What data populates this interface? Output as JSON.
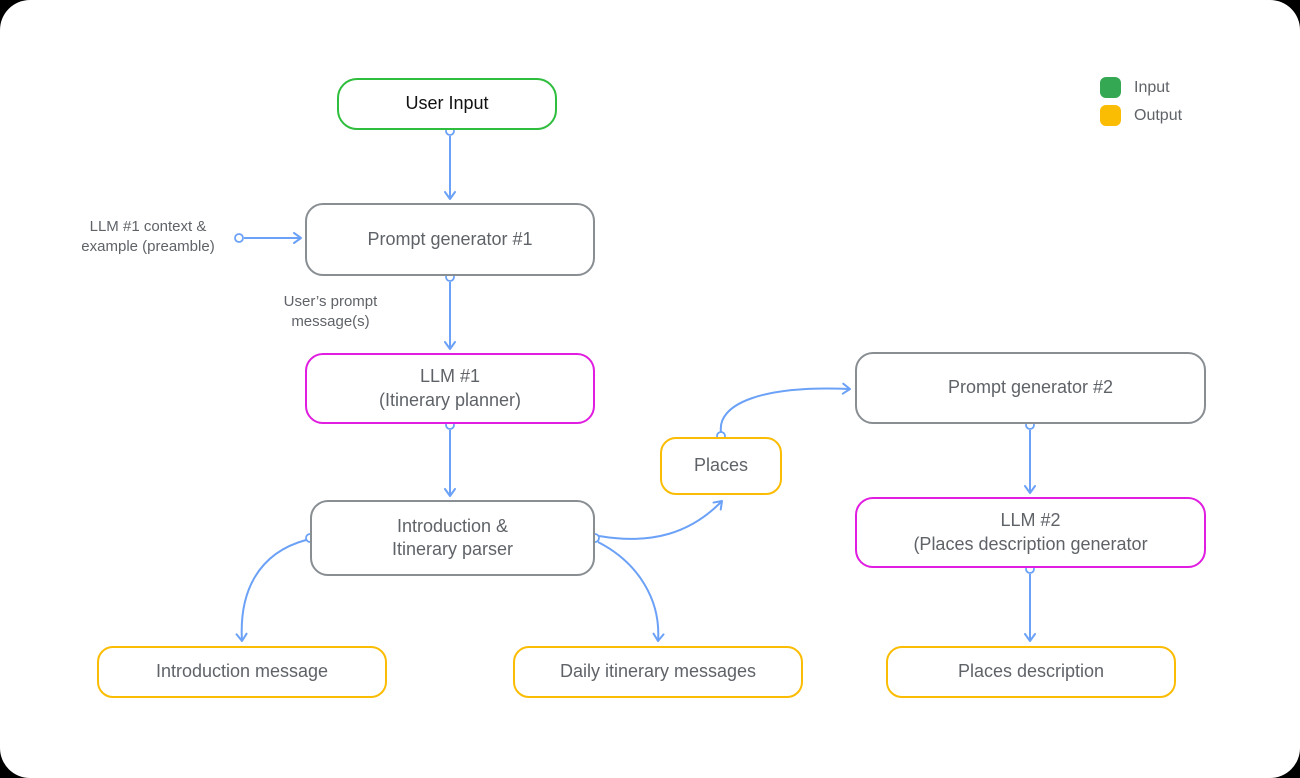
{
  "colors": {
    "background": "#000000",
    "canvas": "#ffffff",
    "input_border_green": "#2ebd3c",
    "llm_border_magenta": "#e01de0",
    "process_border_gray": "#898e93",
    "output_border_yellow": "#fbbc04",
    "arrow_blue": "#6ba1f7",
    "legend_input_green": "#34a853",
    "legend_output_yellow": "#fbbc04",
    "text_gray": "#5f6368",
    "text_dark": "#111111"
  },
  "legend": {
    "items": [
      {
        "label": "Input",
        "color": "#34a853"
      },
      {
        "label": "Output",
        "color": "#fbbc04"
      }
    ]
  },
  "nodes": {
    "user_input": {
      "label": "User Input",
      "type": "input"
    },
    "prompt_generator_1": {
      "label": "Prompt generator #1",
      "type": "process"
    },
    "llm_1": {
      "label": "LLM #1\n(Itinerary planner)",
      "type": "llm"
    },
    "parser": {
      "label": "Introduction &\nItinerary parser",
      "type": "process"
    },
    "introduction_message": {
      "label": "Introduction message",
      "type": "output"
    },
    "daily_itinerary_messages": {
      "label": "Daily itinerary messages",
      "type": "output"
    },
    "places": {
      "label": "Places",
      "type": "output"
    },
    "prompt_generator_2": {
      "label": "Prompt generator #2",
      "type": "process"
    },
    "llm_2": {
      "label": "LLM #2\n(Places description generator",
      "type": "llm"
    },
    "places_description": {
      "label": "Places description",
      "type": "output"
    }
  },
  "annotations": {
    "preamble_label": "LLM #1 context &\nexample (preamble)",
    "user_prompt_label": "User’s prompt\nmessage(s)"
  }
}
